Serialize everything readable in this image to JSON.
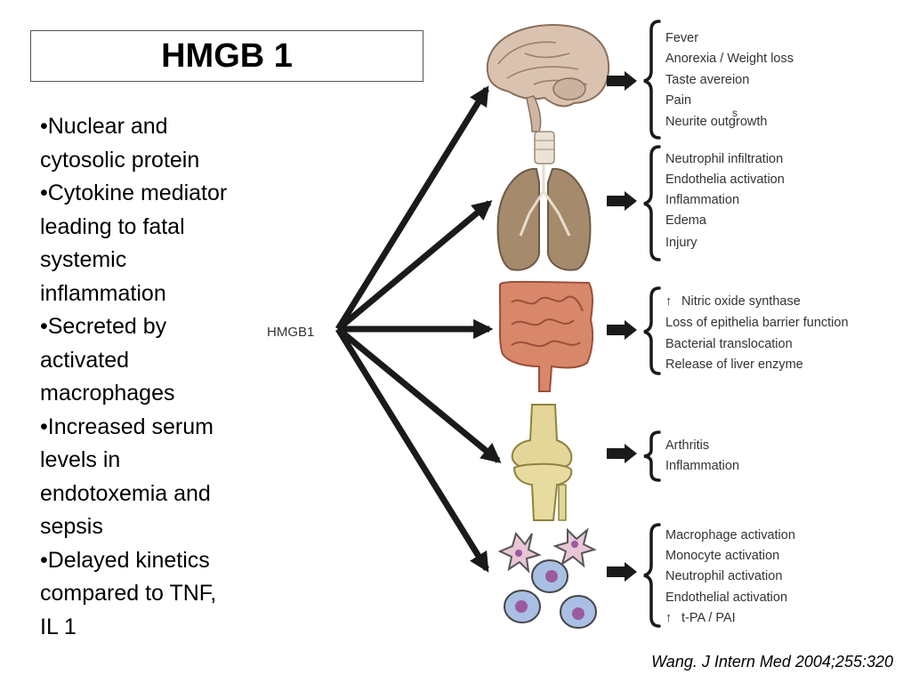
{
  "title": "HMGB 1",
  "bullets": [
    "•Nuclear and\ncytosolic protein",
    "•Cytokine mediator\nleading to fatal\nsystemic\ninflammation",
    "•Secreted by\nactivated\nmacrophages",
    "•Increased serum\nlevels in\nendotoxemia and\nsepsis",
    "•Delayed kinetics\ncompared to TNF,\nIL 1"
  ],
  "hub_label": "HMGB1",
  "groups": {
    "brain": [
      "Fever",
      "Anorexia / Weight loss",
      "Taste avereion",
      "Pain",
      "Neurite outgrowth"
    ],
    "brain_stray_char": "s",
    "lung": [
      "Neutrophil infiltration",
      "Endothelia activation",
      "Inflammation",
      "Edema",
      "Injury"
    ],
    "intestine": [
      "Nitric oxide synthase",
      "Loss of epithelia barrier function",
      "Bacterial translocation",
      "Release of liver enzyme"
    ],
    "joint": [
      "Arthritis",
      "Inflammation"
    ],
    "cells": [
      "Macrophage activation",
      "Monocyte activation",
      "Neutrophil activation",
      "Endothelial activation",
      "t-PA / PAI"
    ]
  },
  "up_arrow_glyph": "↑",
  "citation": "Wang. J Intern Med 2004;255:320",
  "colors": {
    "arrow": "#1a1a1a",
    "brain": "#d9c3b0",
    "lung": "#a58a6c",
    "intestine": "#d9876a",
    "bone": "#e3d698",
    "cell_pink": "#e8c6d6",
    "cell_blue": "#a9bfe3",
    "nucleus": "#9b5aa0"
  }
}
